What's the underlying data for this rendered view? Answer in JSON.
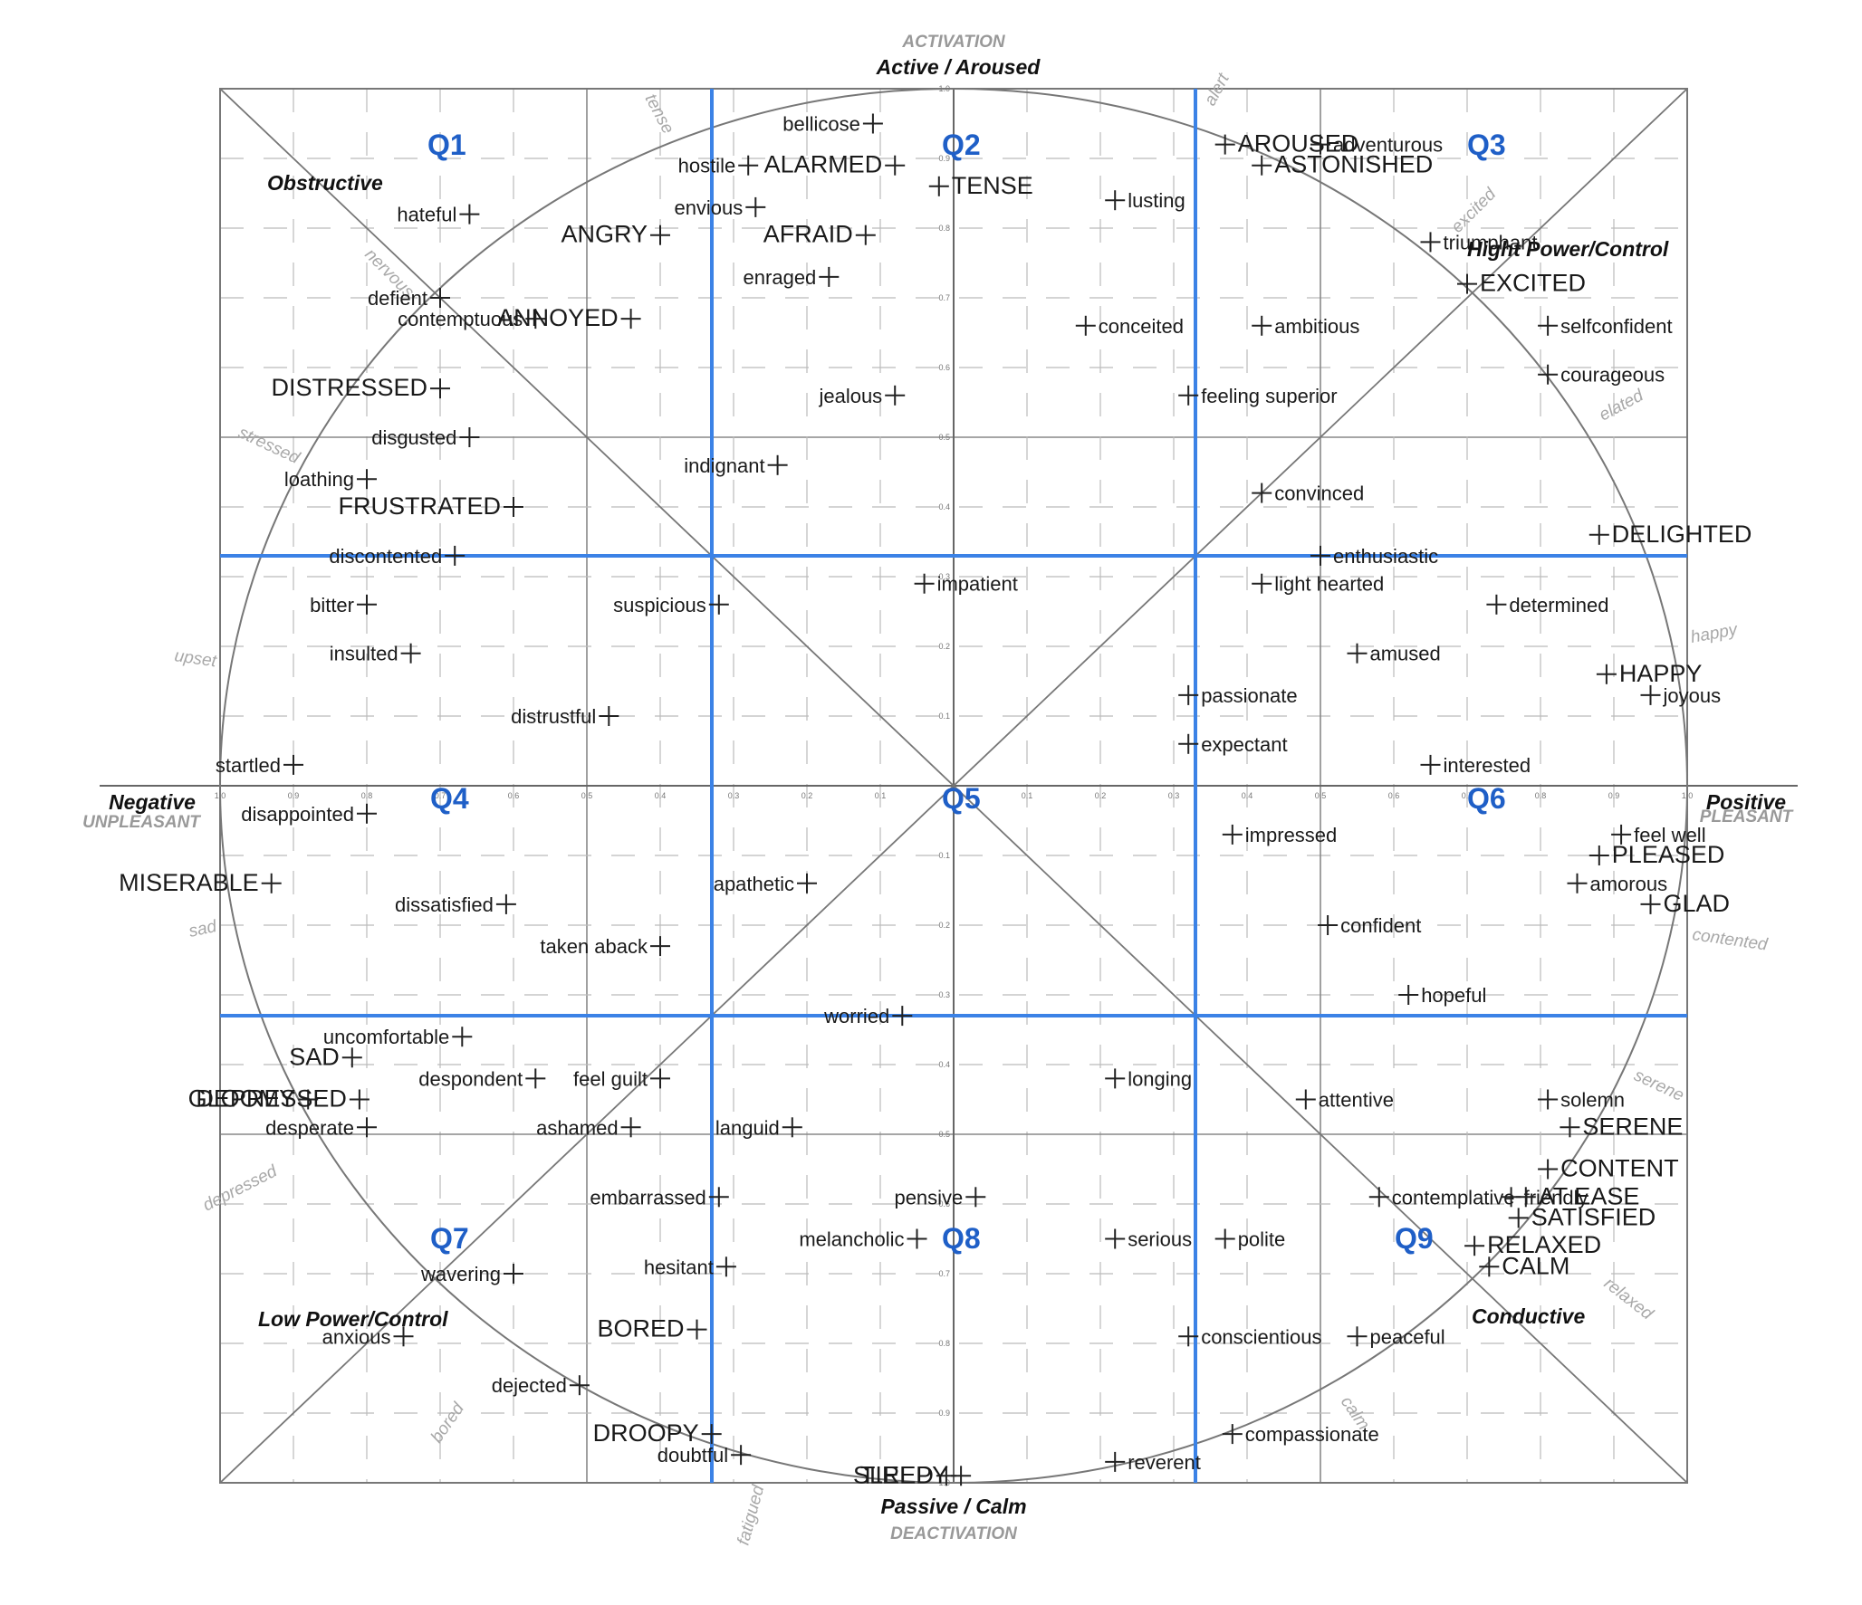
{
  "axes": {
    "top_caption": "ACTIVATION",
    "top_label": "Active / Aroused",
    "bottom_label": "Passive / Calm",
    "bottom_caption": "DEACTIVATION",
    "left_label": "Negative",
    "left_caption": "UNPLEASANT",
    "right_label": "Positive",
    "right_caption": "PLEASANT"
  },
  "corners": {
    "top_left": "Obstructive",
    "top_right": "Hight Power/Control",
    "bottom_left": "Low Power/Control",
    "bottom_right": "Conductive"
  },
  "quadrants": [
    "Q1",
    "Q2",
    "Q3",
    "Q4",
    "Q5",
    "Q6",
    "Q7",
    "Q8",
    "Q9"
  ],
  "scale_ticks": [
    "1.0",
    "0.9",
    "0.8",
    "0.7",
    "0.6",
    "0.5",
    "0.4",
    "0.3",
    "0.2",
    "0.1"
  ],
  "colors": {
    "grid_blue": "#3b82e6",
    "quadrant_blue": "#1f5fc7",
    "line": "#666666",
    "ring_word": "#a8a8a8"
  },
  "ring_words": {
    "alert": "alert",
    "tense": "tense",
    "excited": "excited",
    "elated": "elated",
    "happy": "happy",
    "contented": "contented",
    "serene": "serene",
    "relaxed": "relaxed",
    "calm": "calm",
    "fatigued": "fatigued",
    "bored": "bored",
    "depressed": "depressed",
    "sad": "sad",
    "upset": "upset",
    "stressed": "stressed",
    "nervous": "nervous"
  },
  "emotions": [
    {
      "text": "hateful",
      "v": -0.66,
      "a": 0.82
    },
    {
      "text": "defient",
      "v": -0.7,
      "a": 0.7
    },
    {
      "text": "contemptuous",
      "v": -0.57,
      "a": 0.67
    },
    {
      "text": "DISTRESSED",
      "v": -0.7,
      "a": 0.57,
      "caps": true
    },
    {
      "text": "disgusted",
      "v": -0.66,
      "a": 0.5
    },
    {
      "text": "loathing",
      "v": -0.8,
      "a": 0.44
    },
    {
      "text": "FRUSTRATED",
      "v": -0.6,
      "a": 0.4,
      "caps": true
    },
    {
      "text": "discontented",
      "v": -0.68,
      "a": 0.33
    },
    {
      "text": "bellicose",
      "v": -0.11,
      "a": 0.95
    },
    {
      "text": "hostile",
      "v": -0.28,
      "a": 0.89
    },
    {
      "text": "ALARMED",
      "v": -0.08,
      "a": 0.89,
      "caps": true
    },
    {
      "text": "TENSE",
      "v": -0.02,
      "a": 0.86,
      "caps": true
    },
    {
      "text": "envious",
      "v": -0.27,
      "a": 0.83
    },
    {
      "text": "ANGRY",
      "v": -0.4,
      "a": 0.79,
      "caps": true
    },
    {
      "text": "AFRAID",
      "v": -0.12,
      "a": 0.79,
      "caps": true
    },
    {
      "text": "enraged",
      "v": -0.17,
      "a": 0.73
    },
    {
      "text": "ANNOYED",
      "v": -0.44,
      "a": 0.67,
      "caps": true
    },
    {
      "text": "jealous",
      "v": -0.08,
      "a": 0.56
    },
    {
      "text": "indignant",
      "v": -0.24,
      "a": 0.46
    },
    {
      "text": "lusting",
      "v": 0.22,
      "a": 0.84
    },
    {
      "text": "AROUSED",
      "v": 0.37,
      "a": 0.92,
      "caps": true
    },
    {
      "text": "ASTONISHED",
      "v": 0.42,
      "a": 0.89,
      "caps": true
    },
    {
      "text": "conceited",
      "v": 0.18,
      "a": 0.66
    },
    {
      "text": "ambitious",
      "v": 0.42,
      "a": 0.66
    },
    {
      "text": "feeling superior",
      "v": 0.32,
      "a": 0.56
    },
    {
      "text": "convinced",
      "v": 0.42,
      "a": 0.42
    },
    {
      "text": "adventurous",
      "v": 0.5,
      "a": 0.92
    },
    {
      "text": "triumphant",
      "v": 0.65,
      "a": 0.78
    },
    {
      "text": "EXCITED",
      "v": 0.7,
      "a": 0.72,
      "caps": true
    },
    {
      "text": "selfconfident",
      "v": 0.81,
      "a": 0.66
    },
    {
      "text": "courageous",
      "v": 0.81,
      "a": 0.59
    },
    {
      "text": "DELIGHTED",
      "v": 0.88,
      "a": 0.36,
      "caps": true
    },
    {
      "text": "enthusiastic",
      "v": 0.5,
      "a": 0.33
    },
    {
      "text": "bitter",
      "v": -0.8,
      "a": 0.26
    },
    {
      "text": "insulted",
      "v": -0.74,
      "a": 0.19
    },
    {
      "text": "suspicious",
      "v": -0.32,
      "a": 0.26
    },
    {
      "text": "distrustful",
      "v": -0.47,
      "a": 0.1
    },
    {
      "text": "startled",
      "v": -0.9,
      "a": 0.03
    },
    {
      "text": "disappointed",
      "v": -0.8,
      "a": -0.04
    },
    {
      "text": "MISERABLE",
      "v": -0.93,
      "a": -0.14,
      "caps": true
    },
    {
      "text": "dissatisfied",
      "v": -0.61,
      "a": -0.17
    },
    {
      "text": "taken aback",
      "v": -0.4,
      "a": -0.23
    },
    {
      "text": "apathetic",
      "v": -0.2,
      "a": -0.14
    },
    {
      "text": "impatient",
      "v": -0.04,
      "a": 0.29
    },
    {
      "text": "light hearted",
      "v": 0.42,
      "a": 0.29
    },
    {
      "text": "determined",
      "v": 0.74,
      "a": 0.26
    },
    {
      "text": "amused",
      "v": 0.55,
      "a": 0.19
    },
    {
      "text": "passionate",
      "v": 0.32,
      "a": 0.13
    },
    {
      "text": "expectant",
      "v": 0.32,
      "a": 0.06
    },
    {
      "text": "interested",
      "v": 0.65,
      "a": 0.03
    },
    {
      "text": "HAPPY",
      "v": 0.89,
      "a": 0.16,
      "caps": true
    },
    {
      "text": "joyous",
      "v": 0.95,
      "a": 0.13
    },
    {
      "text": "impressed",
      "v": 0.38,
      "a": -0.07
    },
    {
      "text": "feel well",
      "v": 0.91,
      "a": -0.07
    },
    {
      "text": "PLEASED",
      "v": 0.88,
      "a": -0.1,
      "caps": true
    },
    {
      "text": "amorous",
      "v": 0.85,
      "a": -0.14
    },
    {
      "text": "GLAD",
      "v": 0.95,
      "a": -0.17,
      "caps": true
    },
    {
      "text": "confident",
      "v": 0.51,
      "a": -0.2
    },
    {
      "text": "hopeful",
      "v": 0.62,
      "a": -0.3
    },
    {
      "text": "uncomfortable",
      "v": -0.67,
      "a": -0.36
    },
    {
      "text": "SAD",
      "v": -0.82,
      "a": -0.39,
      "caps": true
    },
    {
      "text": "despondent",
      "v": -0.57,
      "a": -0.42
    },
    {
      "text": "GLOOMY",
      "v": -0.88,
      "a": -0.45,
      "caps": true
    },
    {
      "text": "DEPRESSED",
      "v": -0.81,
      "a": -0.45,
      "caps": true
    },
    {
      "text": "desperate",
      "v": -0.8,
      "a": -0.49
    },
    {
      "text": "ashamed",
      "v": -0.44,
      "a": -0.49
    },
    {
      "text": "worried",
      "v": -0.07,
      "a": -0.33
    },
    {
      "text": "feel guilt",
      "v": -0.4,
      "a": -0.42
    },
    {
      "text": "languid",
      "v": -0.22,
      "a": -0.49
    },
    {
      "text": "embarrassed",
      "v": -0.32,
      "a": -0.59
    },
    {
      "text": "melancholic",
      "v": -0.05,
      "a": -0.65
    },
    {
      "text": "hesitant",
      "v": -0.31,
      "a": -0.69
    },
    {
      "text": "BORED",
      "v": -0.35,
      "a": -0.78,
      "caps": true
    },
    {
      "text": "wavering",
      "v": -0.6,
      "a": -0.7
    },
    {
      "text": "anxious",
      "v": -0.75,
      "a": -0.79
    },
    {
      "text": "dejected",
      "v": -0.51,
      "a": -0.86
    },
    {
      "text": "DROOPY",
      "v": -0.33,
      "a": -0.93,
      "caps": true
    },
    {
      "text": "doubtful",
      "v": -0.29,
      "a": -0.96
    },
    {
      "text": "TIRED",
      "v": -0.01,
      "a": -0.99,
      "caps": true
    },
    {
      "text": "SLEEPY",
      "v": 0.01,
      "a": -0.99,
      "caps": true
    },
    {
      "text": "longing",
      "v": 0.22,
      "a": -0.42
    },
    {
      "text": "pensive",
      "v": 0.03,
      "a": -0.59
    },
    {
      "text": "serious",
      "v": 0.22,
      "a": -0.65
    },
    {
      "text": "conscientious",
      "v": 0.32,
      "a": -0.79
    },
    {
      "text": "reverent",
      "v": 0.22,
      "a": -0.97
    },
    {
      "text": "attentive",
      "v": 0.48,
      "a": -0.45
    },
    {
      "text": "contemplative",
      "v": 0.58,
      "a": -0.59
    },
    {
      "text": "polite",
      "v": 0.37,
      "a": -0.65
    },
    {
      "text": "peaceful",
      "v": 0.55,
      "a": -0.79
    },
    {
      "text": "compassionate",
      "v": 0.38,
      "a": -0.93
    },
    {
      "text": "solemn",
      "v": 0.81,
      "a": -0.45
    },
    {
      "text": "SERENE",
      "v": 0.84,
      "a": -0.49,
      "caps": true
    },
    {
      "text": "CONTENT",
      "v": 0.81,
      "a": -0.55,
      "caps": true
    },
    {
      "text": "friendly",
      "v": 0.76,
      "a": -0.59
    },
    {
      "text": "AT EASE",
      "v": 0.78,
      "a": -0.59,
      "caps": true
    },
    {
      "text": "SATISFIED",
      "v": 0.77,
      "a": -0.62,
      "caps": true
    },
    {
      "text": "RELAXED",
      "v": 0.71,
      "a": -0.66,
      "caps": true
    },
    {
      "text": "CALM",
      "v": 0.73,
      "a": -0.69,
      "caps": true
    }
  ]
}
